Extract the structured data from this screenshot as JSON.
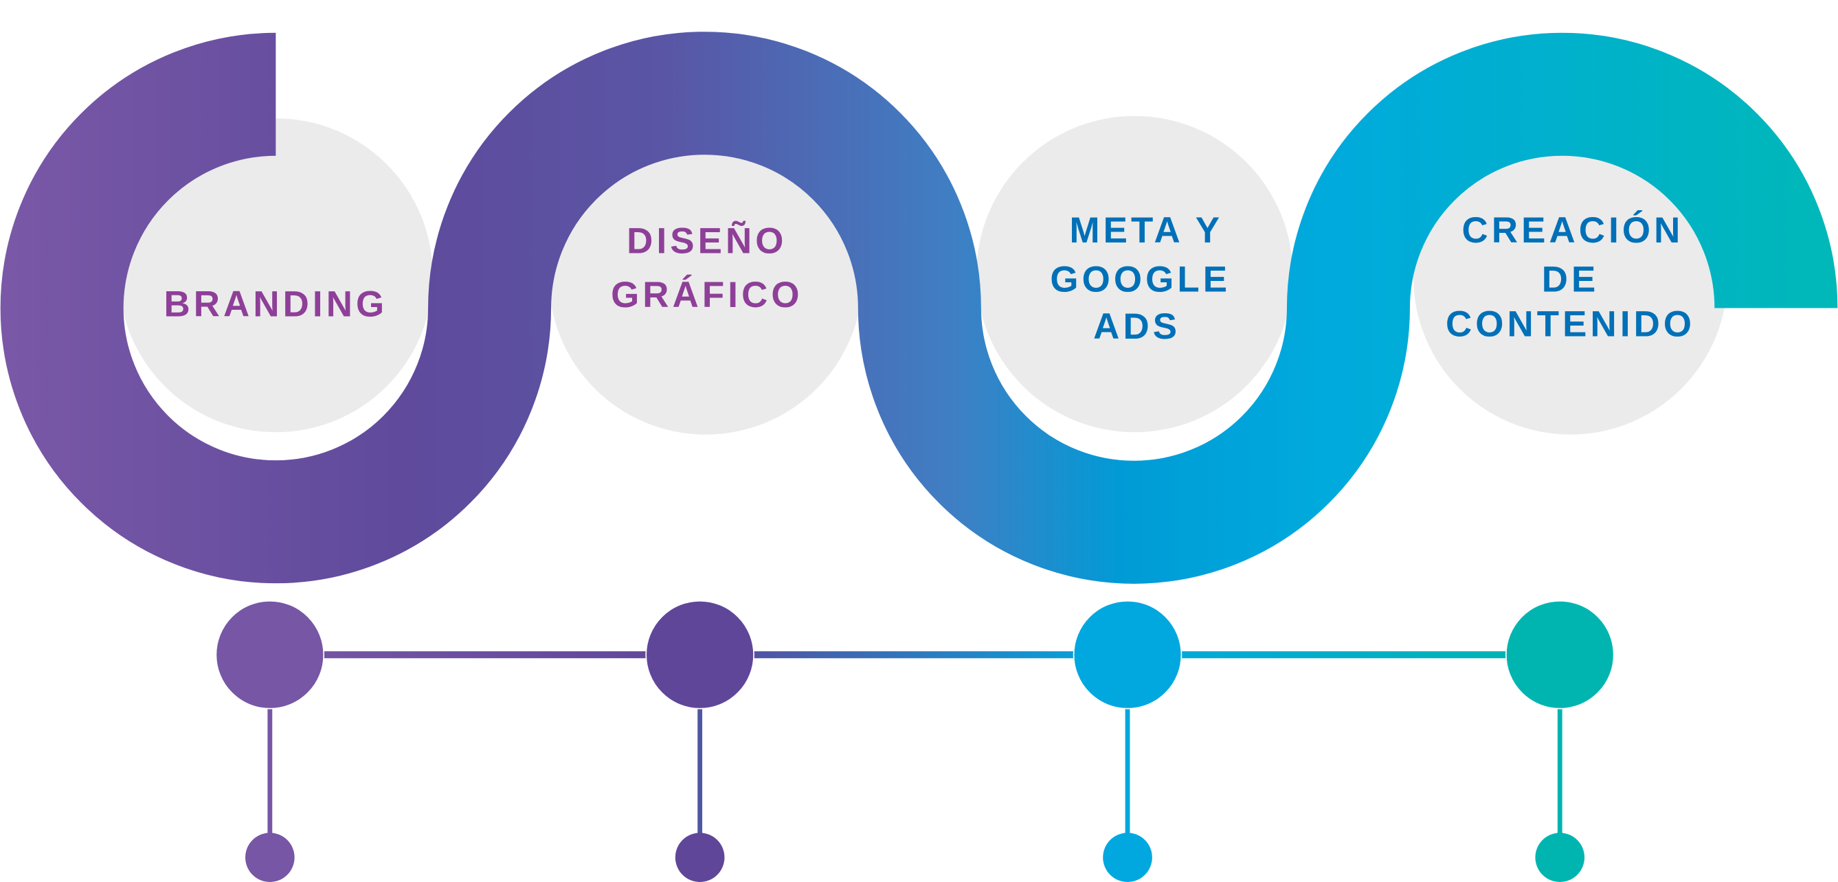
{
  "steps": [
    {
      "lines": [
        "BRANDING"
      ],
      "text_color": "#8e3f98",
      "node_color": "#7656a5"
    },
    {
      "lines": [
        "DISEÑO",
        "GRÁFICO"
      ],
      "text_color": "#8e3f98",
      "node_color": "#5f4699"
    },
    {
      "lines": [
        "META Y",
        "GOOGLE",
        "ADS"
      ],
      "text_color": "#0070b8",
      "node_color": "#00a8df"
    },
    {
      "lines": [
        "CREACIÓN",
        "DE",
        "CONTENIDO"
      ],
      "text_color": "#0070b8",
      "node_color": "#00b5b0"
    }
  ],
  "colors": {
    "band_start": "#7a58a7",
    "band_purple": "#5f4a9c",
    "band_blue": "#3f7fc4",
    "band_cyan": "#00a9dc",
    "band_end": "#00b8b8",
    "circle_fill": "#ebebeb"
  }
}
